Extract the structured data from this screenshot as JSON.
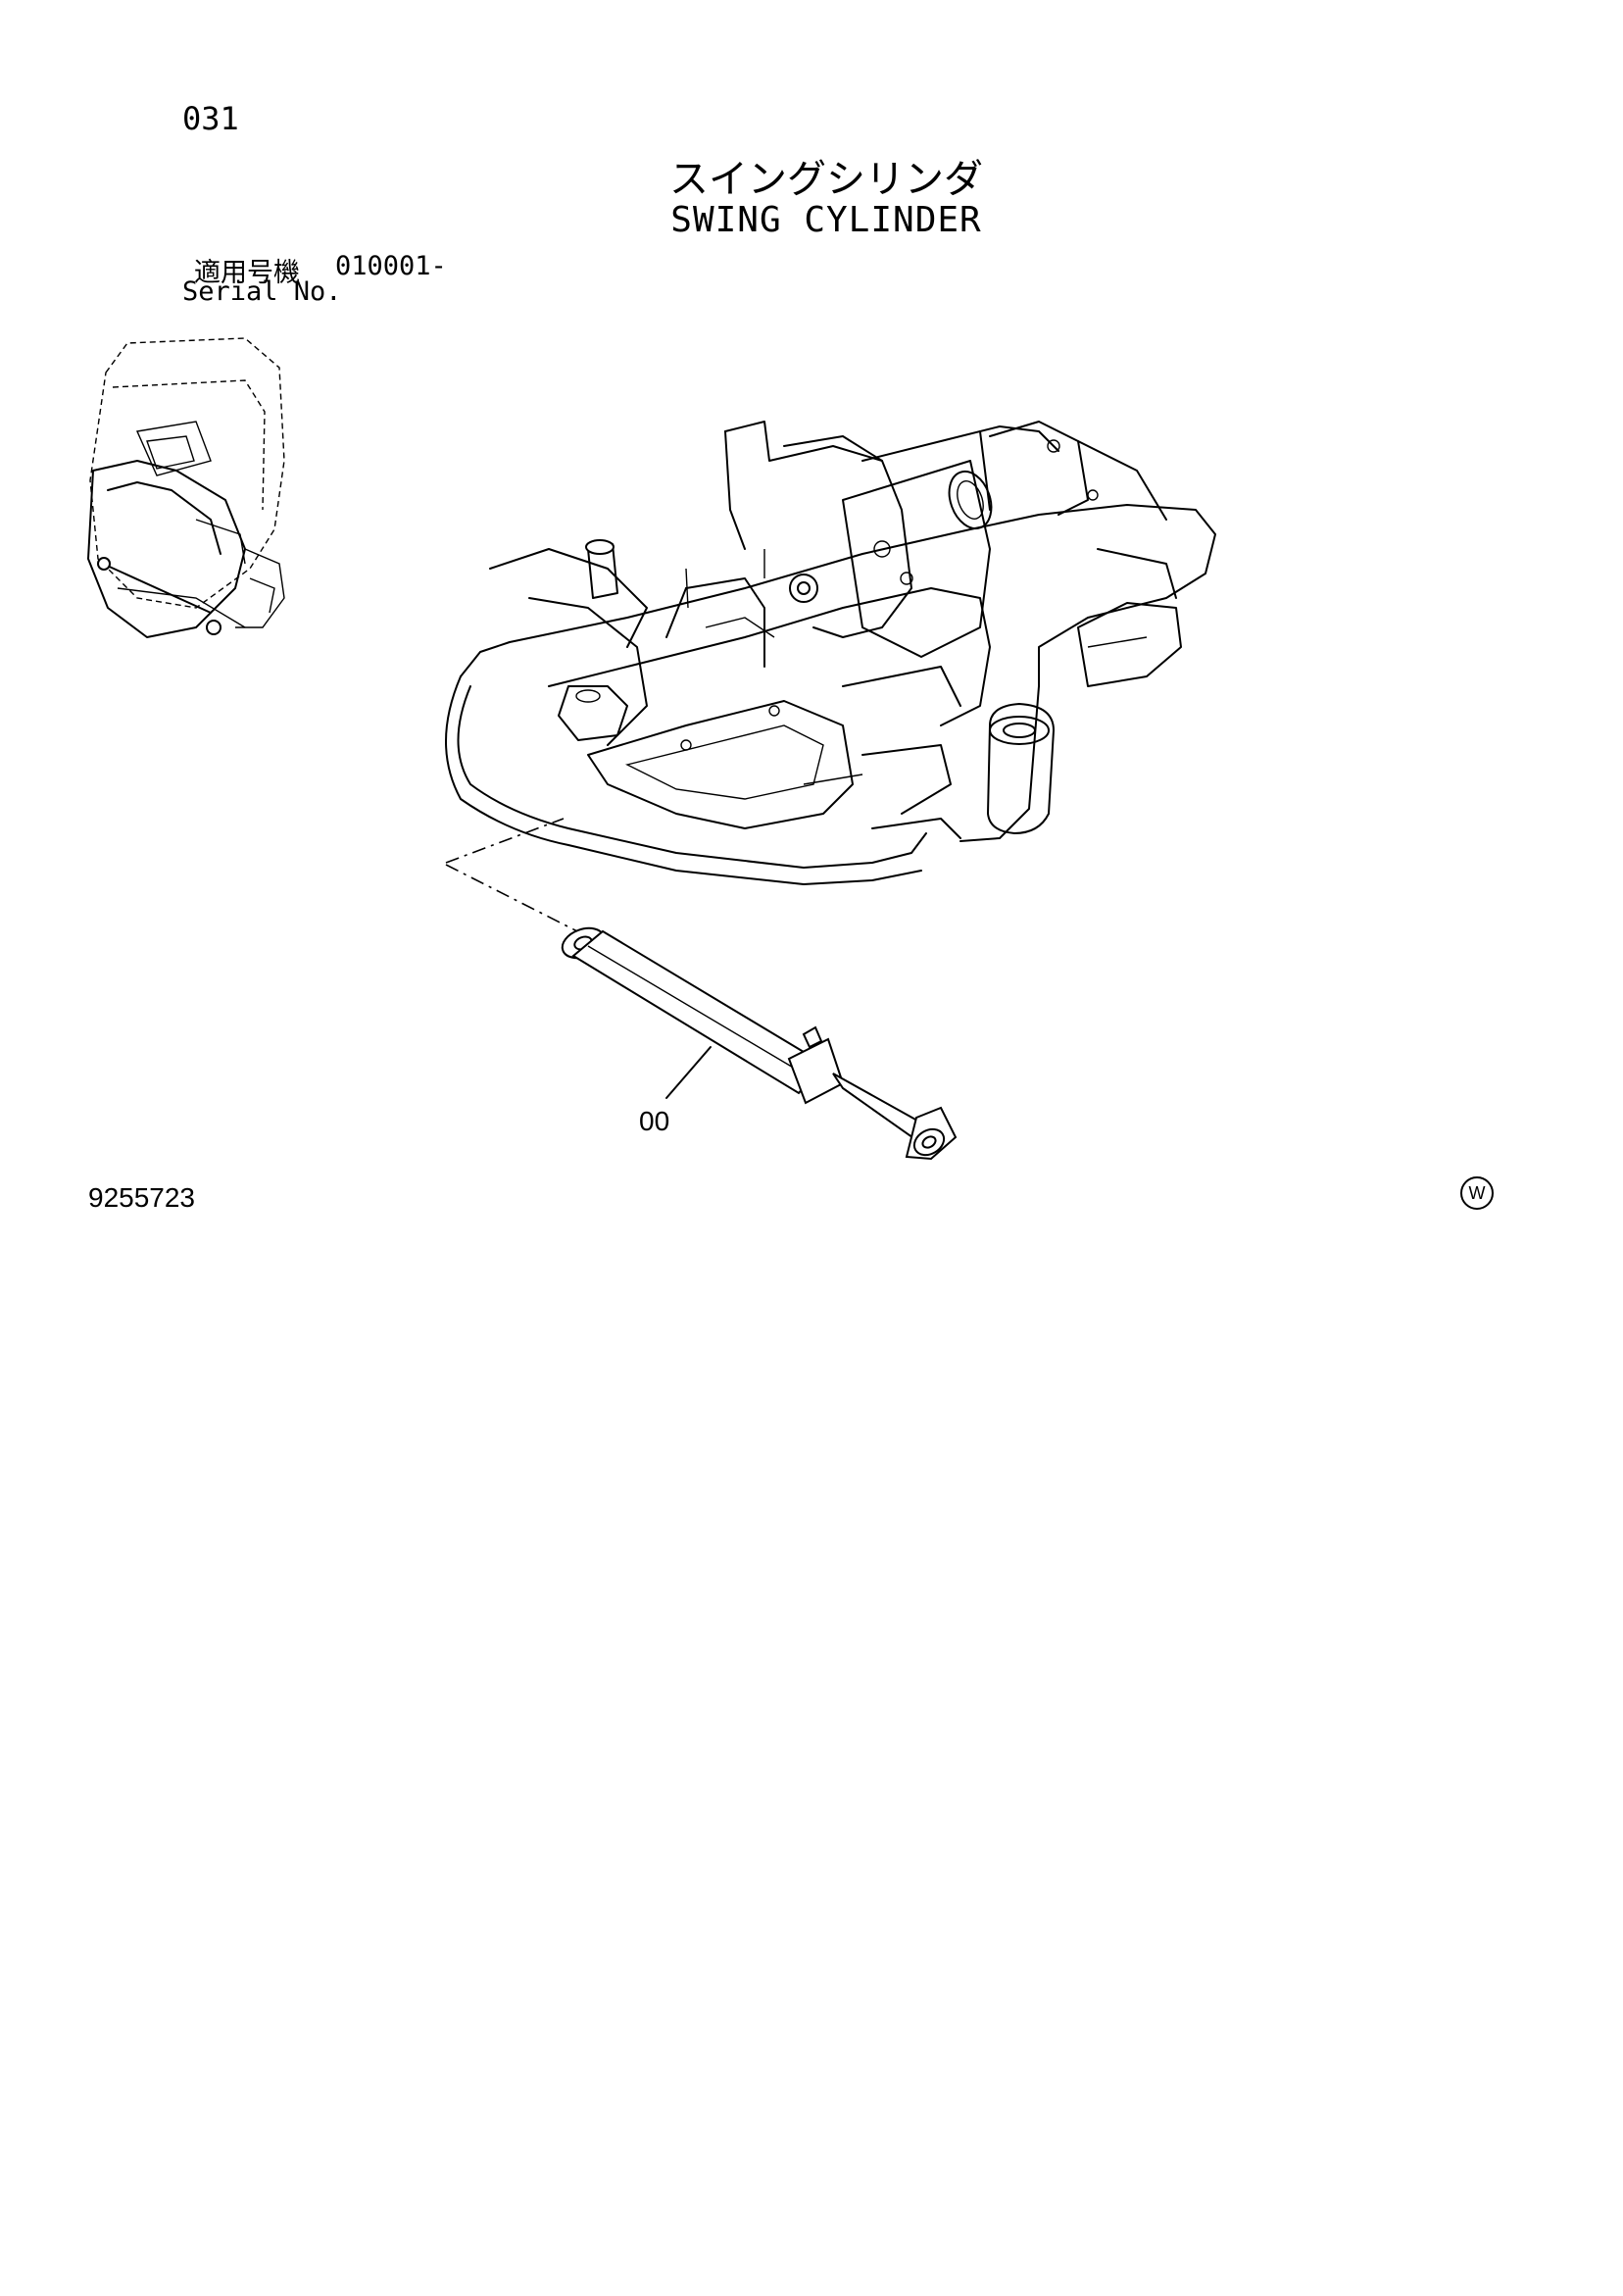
{
  "header": {
    "page_number": "031",
    "title_jp": "スイングシリンダ",
    "title_en": "SWING CYLINDER",
    "serial_label_jp": "適用号機",
    "serial_value": "010001-",
    "serial_label_en": "Serial No."
  },
  "diagram": {
    "part_callout": "00"
  },
  "footer": {
    "drawing_number": "9255723",
    "mark": "W"
  }
}
